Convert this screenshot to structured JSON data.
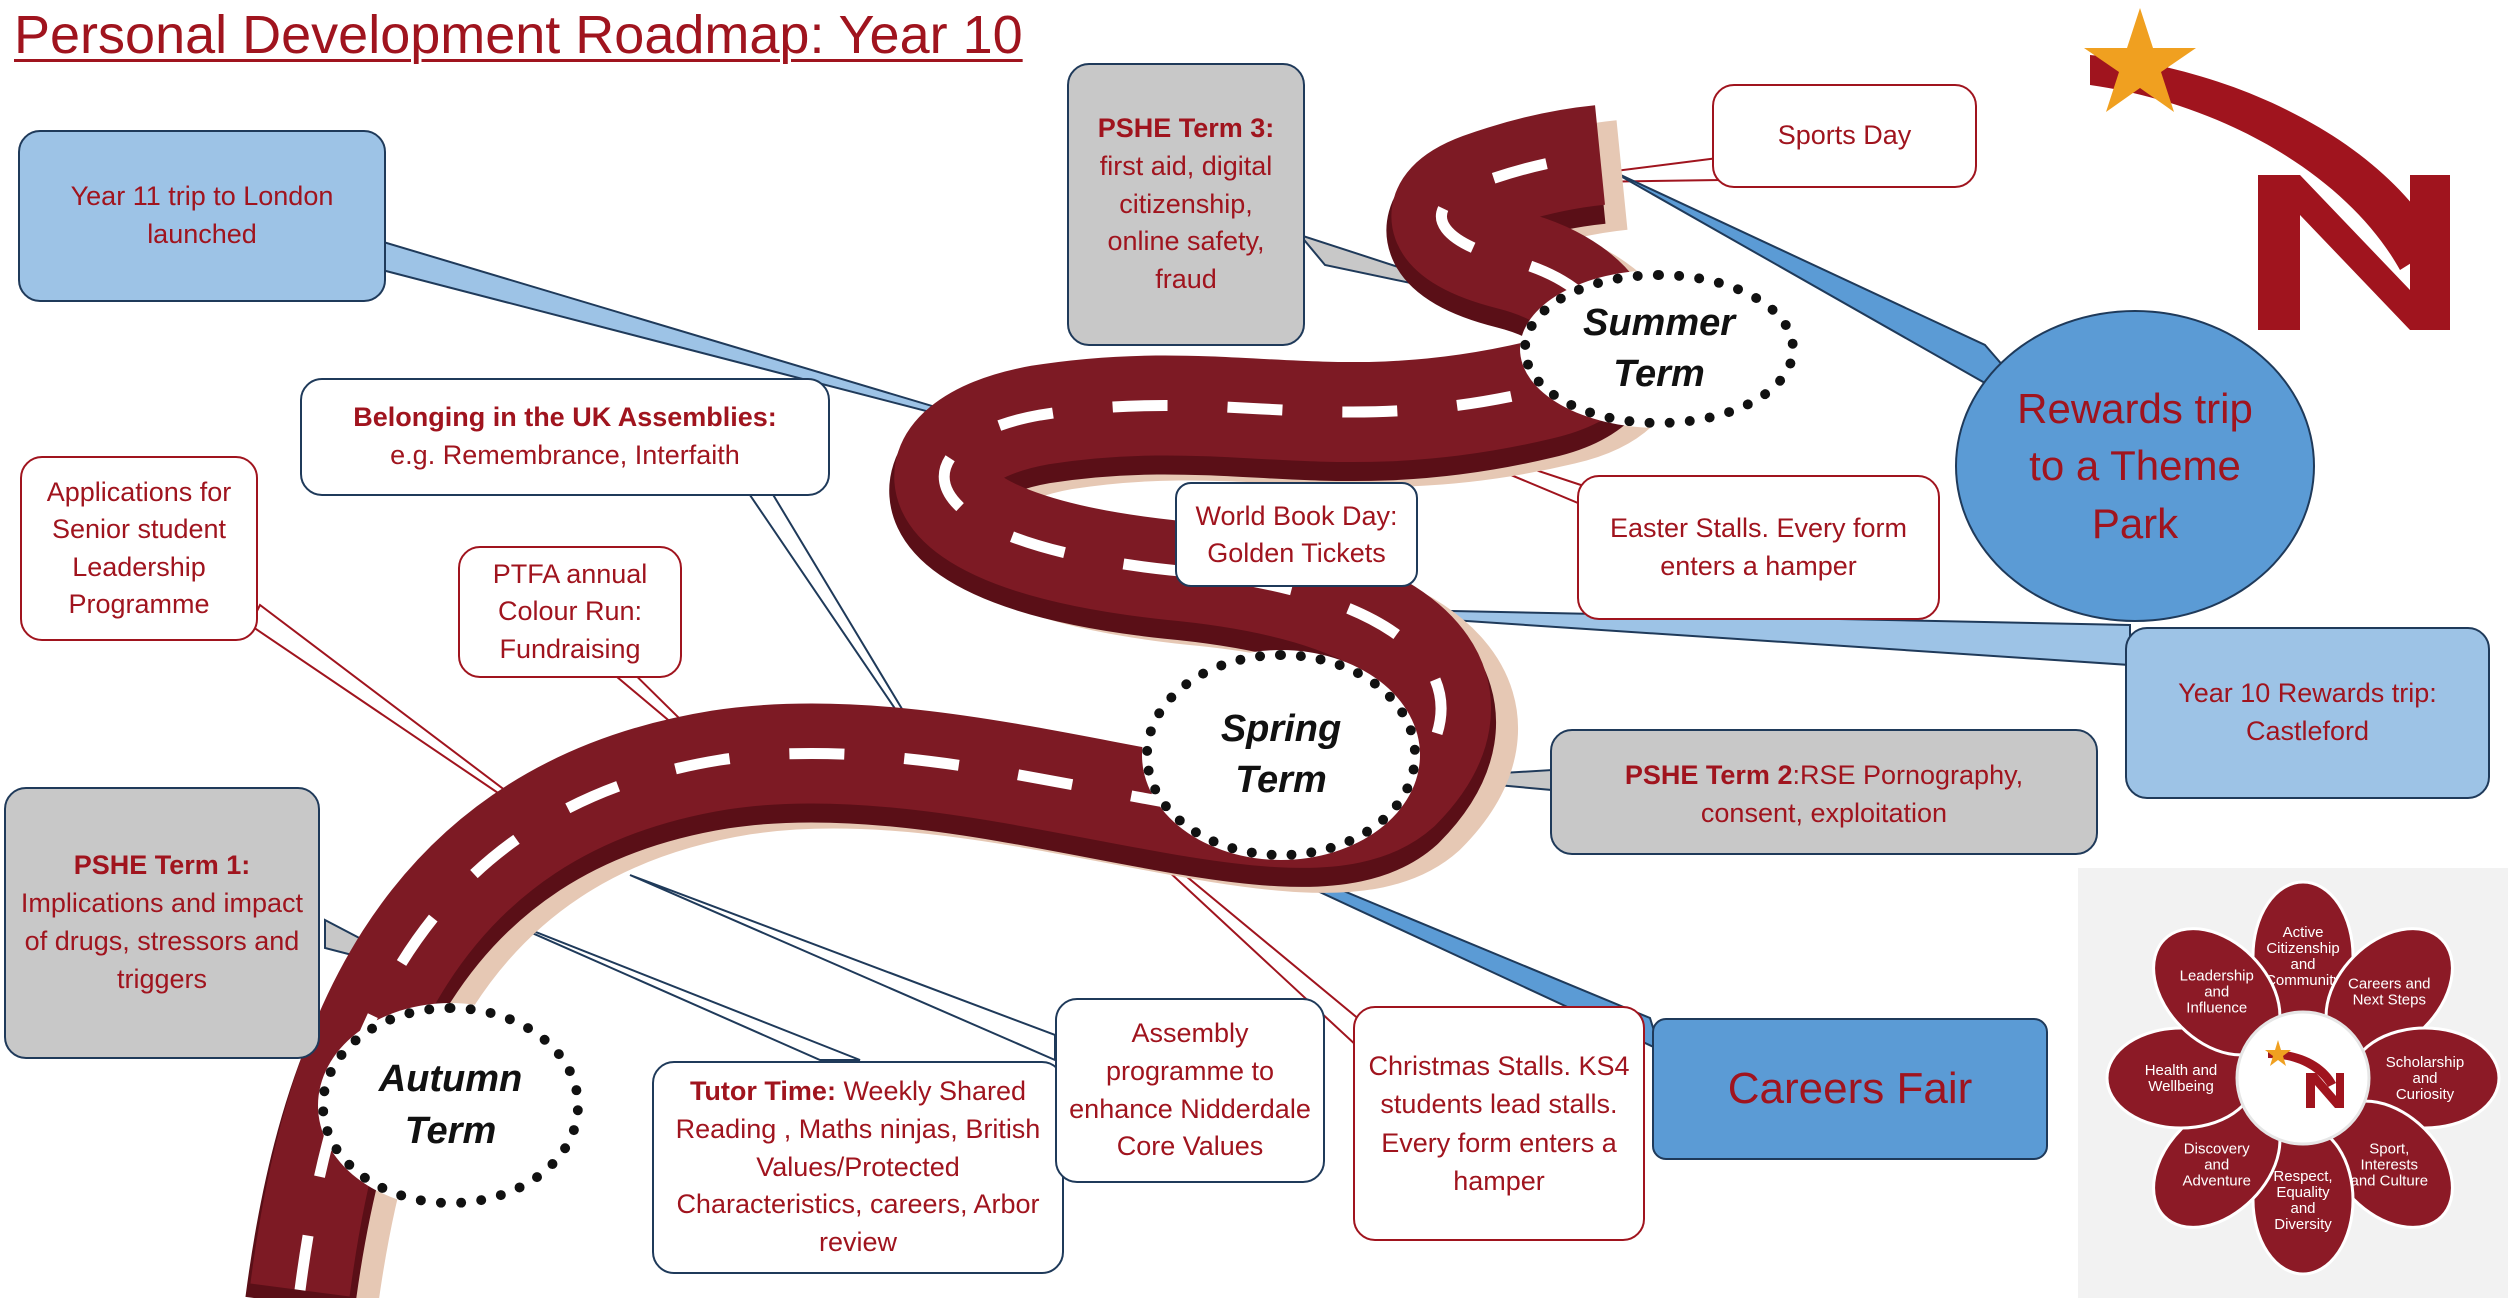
{
  "title": "Personal Development Roadmap: Year 10",
  "terms": {
    "autumn": [
      "Autumn",
      "Term"
    ],
    "spring": [
      "Spring",
      "Term"
    ],
    "summer": [
      "Summer",
      "Term"
    ]
  },
  "callouts": {
    "london": "Year 11 trip to London launched",
    "pshe3_title": "PSHE Term 3:",
    "pshe3_text": "first aid, digital citizenship, online safety, fraud",
    "sports": "Sports Day",
    "rewards_theme": "Rewards trip to a Theme Park",
    "belonging_title": "Belonging in the UK Assemblies:",
    "belonging_text": "e.g. Remembrance, Interfaith",
    "applications": "Applications for Senior student Leadership Programme",
    "ptfa": "PTFA annual Colour Run: Fundraising",
    "worldbook": "World Book Day: Golden Tickets",
    "easter": "Easter Stalls. Every form enters a hamper",
    "y10rewards": "Year 10 Rewards trip: Castleford",
    "pshe2_title": "PSHE Term 2",
    "pshe2_text": ":RSE Pornography, consent, exploitation",
    "pshe1_title": "PSHE Term 1:",
    "pshe1_text": "Implications and impact of drugs, stressors and triggers",
    "tutor_title": "Tutor Time:",
    "tutor_text": " Weekly Shared Reading , Maths ninjas, British Values/Protected Characteristics, careers, Arbor review",
    "assembly": "Assembly programme to enhance Nidderdale Core Values",
    "christmas": "Christmas Stalls. KS4 students lead stalls. Every form enters a hamper",
    "careers_fair": "Careers Fair"
  },
  "values_flower": {
    "petals": [
      "Active Citizenship and Community",
      "Careers and Next Steps",
      "Scholarship and Curiosity",
      "Sport, Interests and Culture",
      "Respect, Equality and Diversity",
      "Discovery and Adventure",
      "Health and Wellbeing",
      "Leadership and Influence"
    ]
  },
  "colors": {
    "brand_red": "#a0141e",
    "road": "#7d1a24",
    "road_edge": "#5a0f17",
    "shadow": "#e6c8b4",
    "accent_gold": "#f0a020",
    "blue": "#9dc3e6",
    "blue_dark": "#5b9bd5",
    "grey": "#c8c8c8"
  }
}
